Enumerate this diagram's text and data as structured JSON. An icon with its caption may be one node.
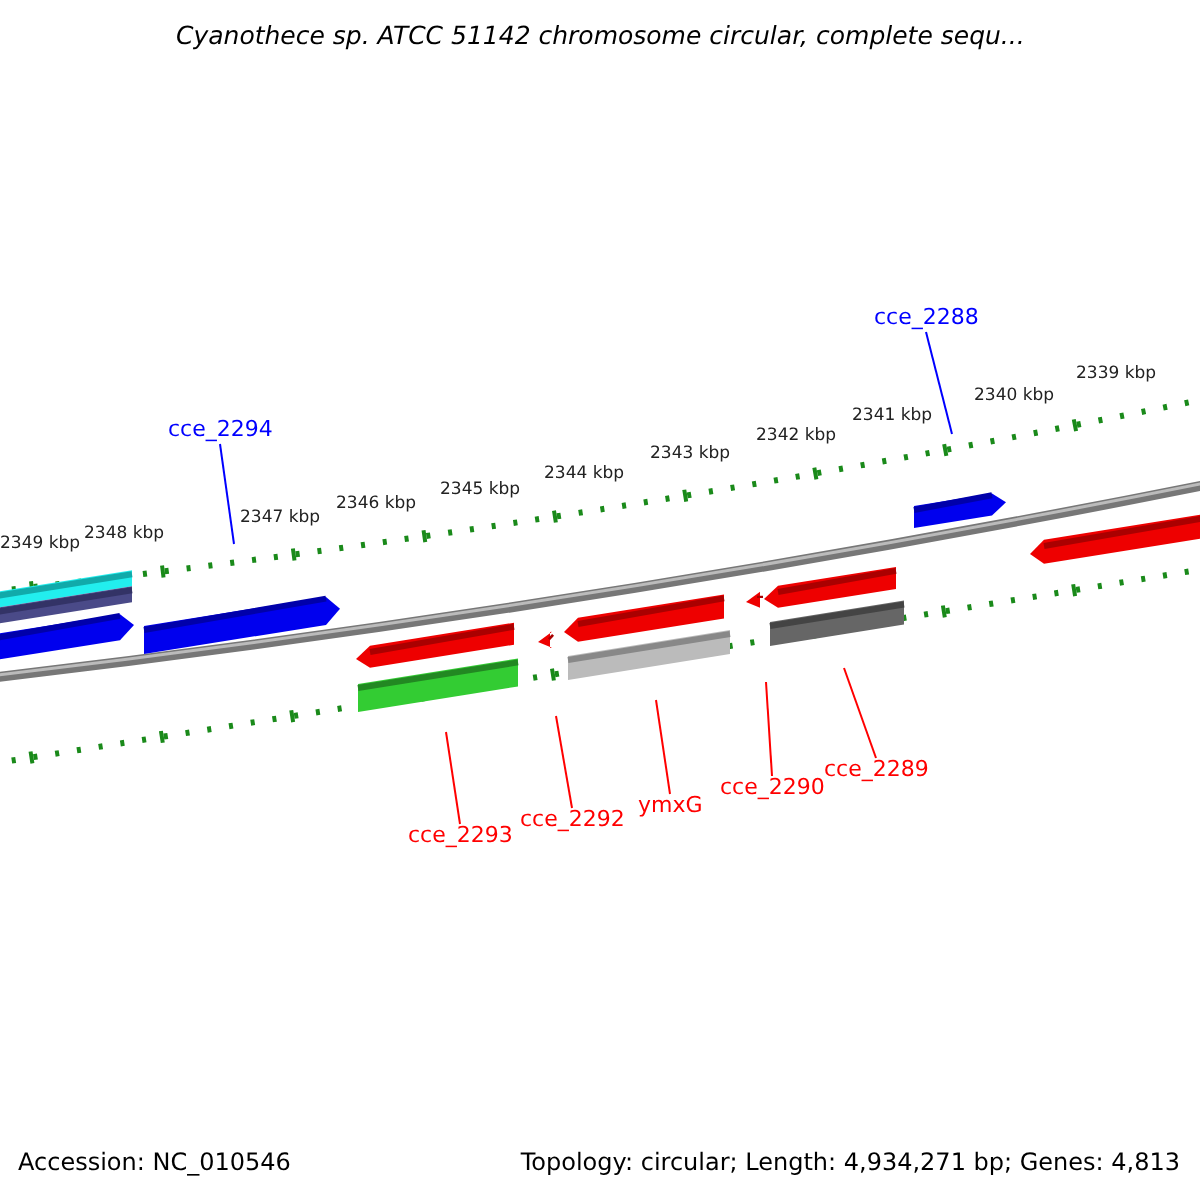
{
  "diagram": {
    "title": "Cyanothece sp. ATCC 51142 chromosome circular, complete sequ...",
    "nodes": [
      {
        "text": [
          "cce_2294"
        ]
      },
      {
        "text": [
          "cce_2293"
        ]
      },
      {
        "text": [
          "cce_2292"
        ]
      },
      {
        "text": [
          "ymxG"
        ]
      },
      {
        "text": [
          "cce_2290"
        ]
      },
      {
        "text": [
          "cce_2289"
        ]
      },
      {
        "text": [
          "cce_2288"
        ]
      }
    ],
    "edges": [
      {
        "from": 0,
        "to": null,
        "arrow": "none",
        "color": "#0000ff"
      },
      {
        "from": 1,
        "to": null,
        "arrow": "none"
      },
      {
        "from": 2,
        "to": null,
        "arrow": "none"
      },
      {
        "from": 3,
        "to": null,
        "arrow": "none"
      },
      {
        "from": 4,
        "to": null,
        "arrow": "none"
      },
      {
        "from": 5,
        "to": null,
        "arrow": "none"
      },
      {
        "from": 6,
        "to": null,
        "arrow": "none",
        "color": "#0000ff"
      }
    ],
    "labels": [
      "2349 kbp",
      "2348 kbp",
      "2347 kbp",
      "2346 kbp",
      "2345 kbp",
      "2344 kbp",
      "2343 kbp",
      "2342 kbp",
      "2341 kbp",
      "2340 kbp",
      "2339 kbp",
      "Accession: NC_010546",
      "Topology: circular; Length: 4,934,271 bp; Genes: 4,813"
    ]
  }
}
